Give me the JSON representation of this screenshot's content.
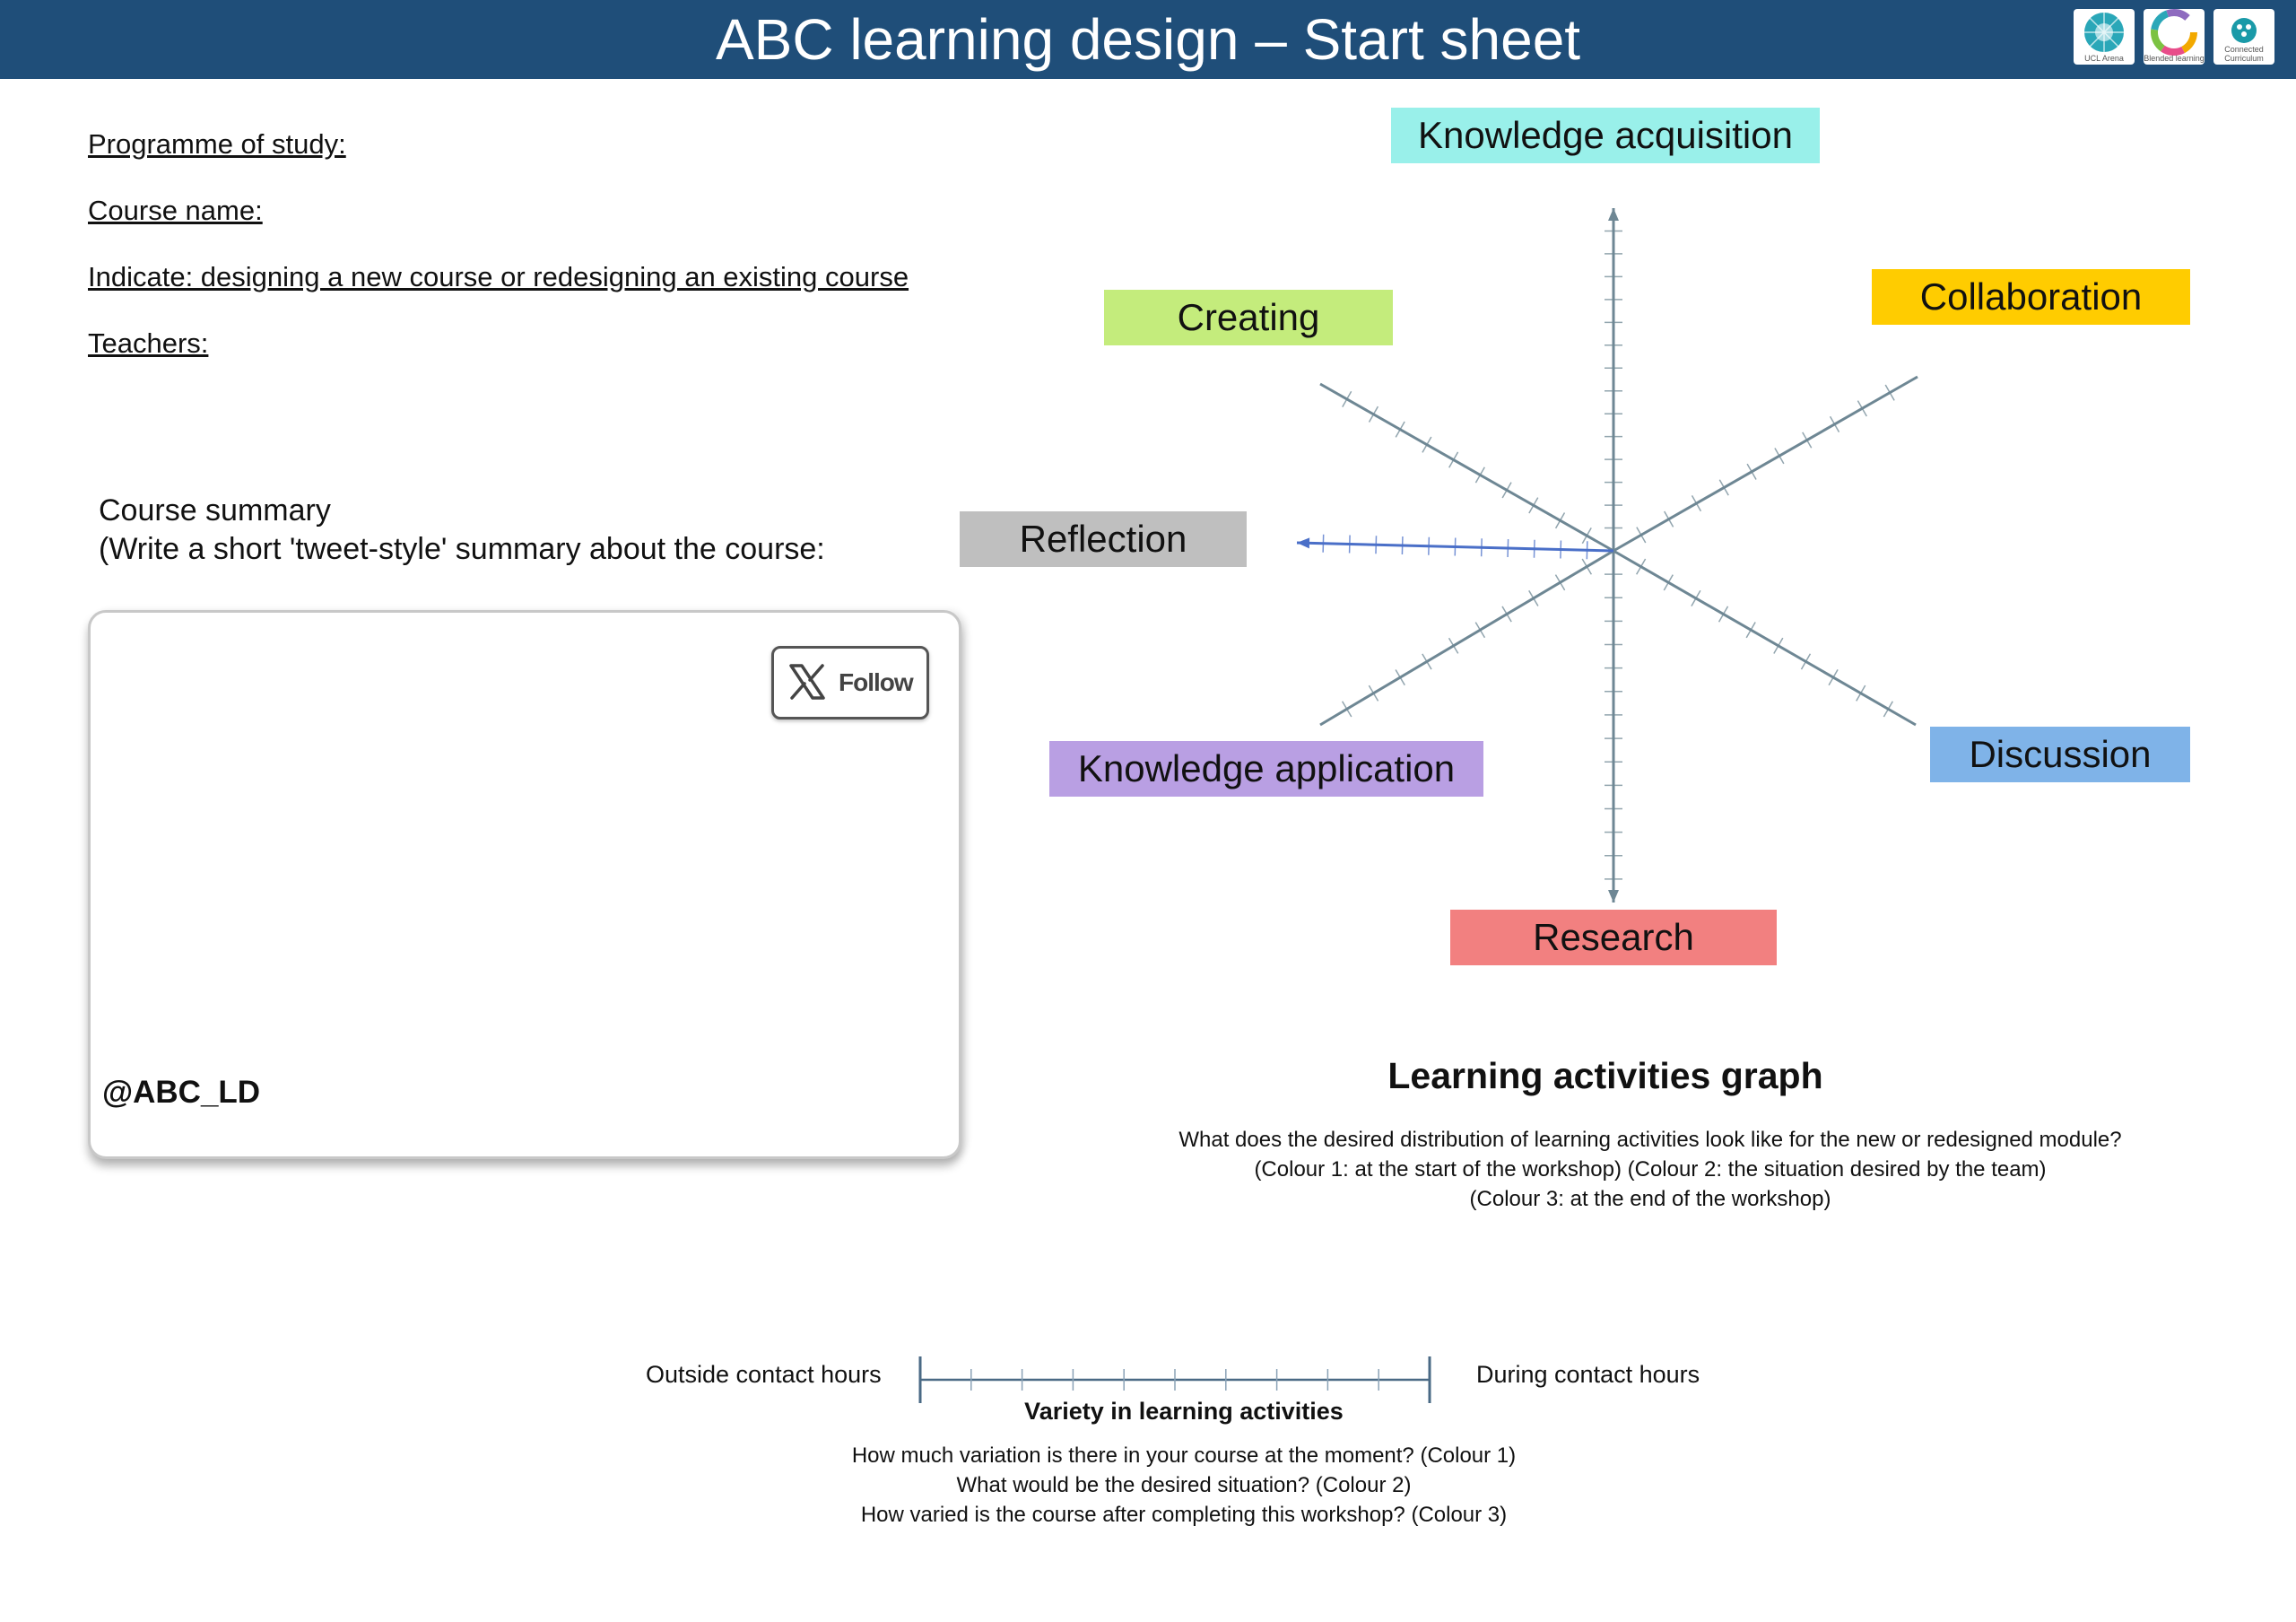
{
  "header": {
    "title": "ABC learning design – Start sheet",
    "background": "#1f4e79",
    "logos": [
      {
        "icon": "ucl-arena-logo",
        "text": "UCL Arena"
      },
      {
        "icon": "blended-learning-logo",
        "text": "Blended learning"
      },
      {
        "icon": "connected-curriculum-logo",
        "text": "Connected Curriculum"
      }
    ]
  },
  "form": {
    "programme": "Programme of study:",
    "course_name": "Course name:",
    "indicate": "Indicate: designing a new course or redesigning an existing course",
    "teachers": "Teachers:"
  },
  "summary": {
    "title": "Course summary",
    "instruction": "(Write a short 'tweet-style' summary about the course:",
    "follow_label": "Follow",
    "handle": "@ABC_LD"
  },
  "radar": {
    "categories": [
      {
        "label": "Knowledge acquisition",
        "color": "#99f0ea"
      },
      {
        "label": "Collaboration",
        "color": "#ffcc00"
      },
      {
        "label": "Discussion",
        "color": "#7fb3e8"
      },
      {
        "label": "Research",
        "color": "#f28080"
      },
      {
        "label": "Knowledge application",
        "color": "#b99fe3"
      },
      {
        "label": "Reflection",
        "color": "#bfbfbf"
      },
      {
        "label": "Creating",
        "color": "#c4ec7c"
      }
    ],
    "axis_color": "#6e8794"
  },
  "graph": {
    "title": "Learning activities graph",
    "desc": [
      "What does the desired distribution of learning activities look like for the new or redesigned module?",
      "(Colour 1: at the start of the workshop) (Colour 2: the situation desired by the team)",
      "(Colour 3: at the end of the workshop)"
    ]
  },
  "variety": {
    "left_label": "Outside contact hours",
    "right_label": "During contact hours",
    "title": "Variety in learning activities",
    "questions": [
      "How much variation is there in your course at the moment? (Colour 1)",
      "What would be the desired situation? (Colour 2)",
      "How varied is the course after completing this workshop? (Colour 3)"
    ],
    "tick_count": 10
  }
}
